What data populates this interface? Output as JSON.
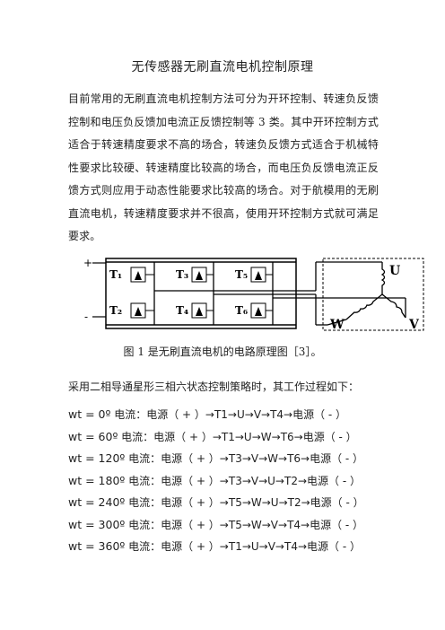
{
  "document": {
    "title": "无传感器无刷直流电机控制原理",
    "paragraph": "目前常用的无刷直流电机控制方法可分为开环控制、转速负反馈控制和电压负反馈加电流正反馈控制等 3 类。其中开环控制方式适合于转速精度要求不高的场合，转速负反馈方式适合于机械特性要求比较硬、转速精度比较高的场合，而电压负反馈电流正反馈方式则应用于动态性能要求比较高的场合。对于航模用的无刷直流电机，转速精度要求并不很高，使用开环控制方式就可满足要求。",
    "caption": "图 1 是无刷直流电机的电路原理图［3］。",
    "intro": "采用二相导通星形三相六状态控制策略时，其工作过程如下："
  },
  "figure": {
    "plus": "+",
    "minus": "-",
    "t1": "T₁",
    "t2": "T₂",
    "t3": "T₃",
    "t4": "T₄",
    "t5": "T₅",
    "t6": "T₆",
    "u": "U",
    "v": "V",
    "w": "W"
  },
  "steps": [
    {
      "angle": "wt = 0º",
      "label": " 电流：",
      "path": "电源（ + ）→T1→U→V→T4→电源（ - ）"
    },
    {
      "angle": "wt = 60º",
      "label": " 电流：",
      "path": "电源（ + ）→T1→U→W→T6→电源（ - ）"
    },
    {
      "angle": "wt = 120º",
      "label": " 电流：",
      "path": "电源（ + ）→T3→V→W→T6→电源（ - ）"
    },
    {
      "angle": "wt = 180º",
      "label": " 电流：",
      "path": "电源（ + ）→T3→V→U→T2→电源（ - ）"
    },
    {
      "angle": "wt = 240º",
      "label": " 电流：",
      "path": "电源（ + ）→T5→W→U→T2→电源（ - ）"
    },
    {
      "angle": "wt = 300º",
      "label": " 电流：",
      "path": "电源（ + ）→T5→W→V→T4→电源（ - ）"
    },
    {
      "angle": "wt = 360º",
      "label": " 电流：",
      "path": "电源（ + ）→T1→U→V→T4→电源（ - ）"
    }
  ]
}
